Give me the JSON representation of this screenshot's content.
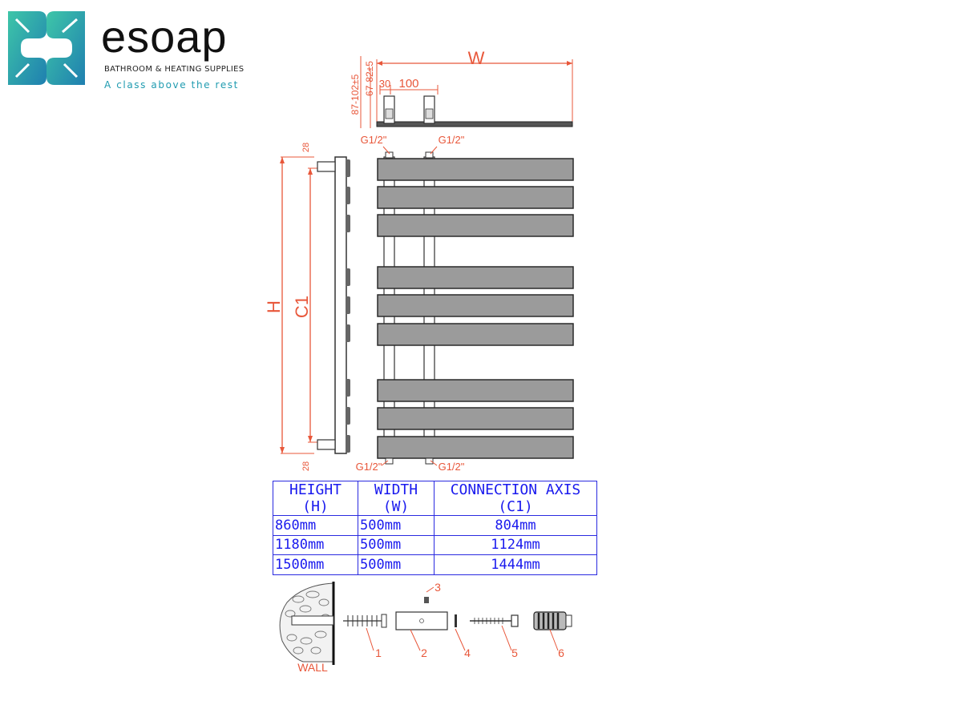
{
  "brand": {
    "name": "esoap",
    "subtitle": "BATHROOM & HEATING SUPPLIES",
    "tagline": "A class above the rest",
    "colors": {
      "teal": "#1f9bb0",
      "green": "#3ec6a8",
      "dark": "#111111"
    }
  },
  "drawing": {
    "top_view": {
      "width_label": "W",
      "depth_outer": "87-102±5",
      "depth_inner": "67-82±5",
      "offset_a": "30",
      "offset_b": "100"
    },
    "front_view": {
      "height_label": "H",
      "axis_label": "C1",
      "gap_top": "28",
      "gap_bottom": "28",
      "connector_top_left": "G1/2\"",
      "connector_top_right": "G1/2\"",
      "connector_bottom_left": "G1/2\"",
      "connector_bottom_right": "G1/2\""
    },
    "colors": {
      "dimension": "#e8573a",
      "bar_fill": "#9b9b9b",
      "outline": "#333333",
      "table_text": "#1a1aee"
    }
  },
  "table": {
    "headers": [
      {
        "line1": "HEIGHT",
        "line2": "(H)"
      },
      {
        "line1": "WIDTH",
        "line2": "(W)"
      },
      {
        "line1": "CONNECTION AXIS",
        "line2": "(C1)"
      }
    ],
    "rows": [
      {
        "height": "860mm",
        "width": "500mm",
        "axis": "804mm"
      },
      {
        "height": "1180mm",
        "width": "500mm",
        "axis": "1124mm"
      },
      {
        "height": "1500mm",
        "width": "500mm",
        "axis": "1444mm"
      }
    ]
  },
  "fixing_kit": {
    "wall_label": "WALL",
    "parts": [
      "1",
      "2",
      "3",
      "4",
      "5",
      "6"
    ]
  }
}
